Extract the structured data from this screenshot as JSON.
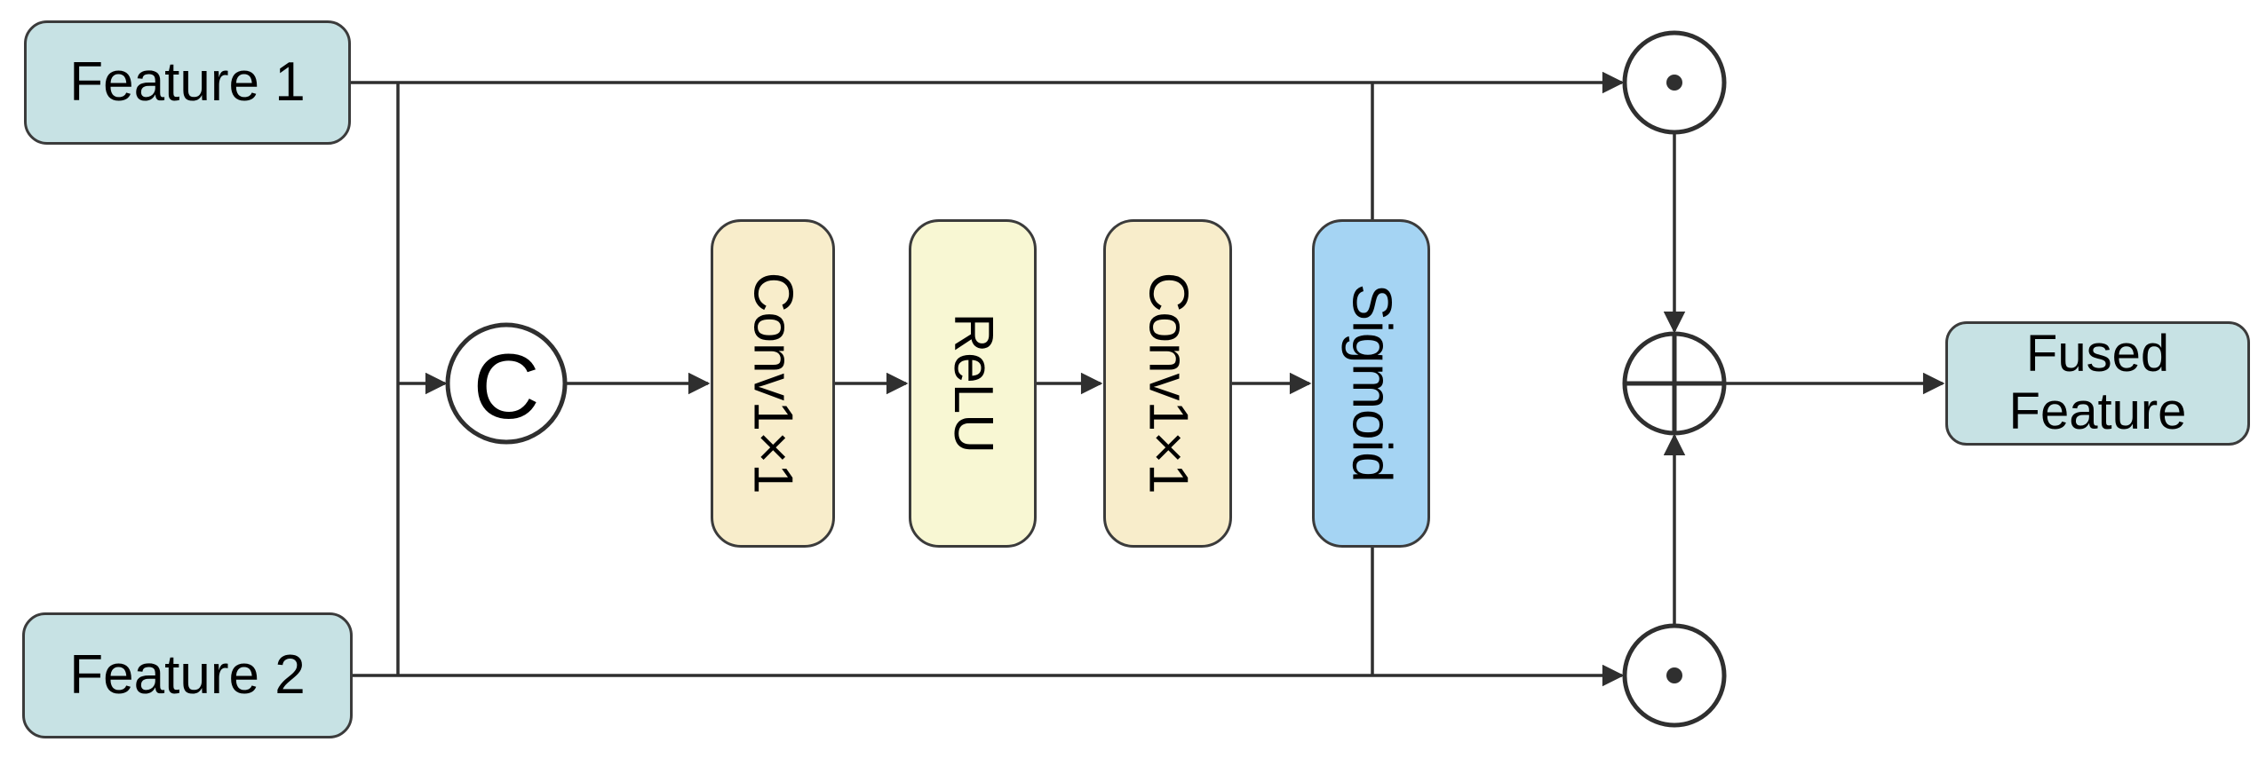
{
  "nodes": {
    "feature1": {
      "label": "Feature 1"
    },
    "feature2": {
      "label": "Feature 2"
    },
    "conv1x1_first": {
      "label": "Conv1×1"
    },
    "relu": {
      "label": "ReLU"
    },
    "conv1x1_second": {
      "label": "Conv1×1"
    },
    "sigmoid": {
      "label": "Sigmoid"
    },
    "fused_feature": {
      "label": "Fused Feature"
    }
  },
  "operators": {
    "concat": {
      "label": "C"
    },
    "multiply_top": {
      "symbol": "⊙"
    },
    "multiply_bottom": {
      "symbol": "⊙"
    },
    "add": {
      "symbol": "⊕"
    }
  },
  "colors": {
    "feature-fill": "#c7e2e4",
    "conv-fill": "#f8edcb",
    "relu-fill": "#f8f7d3",
    "sigmoid-fill": "#a5d4f3",
    "line": "#2f2f2f",
    "node-border": "#3b3b3b",
    "operator-fill": "#ffffff",
    "text": "#000000",
    "background": "#ffffff"
  }
}
